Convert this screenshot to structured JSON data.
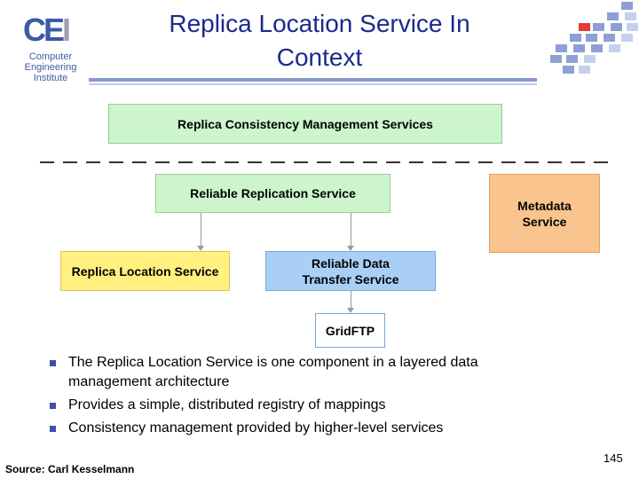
{
  "logo": {
    "mark_main": "CE",
    "mark_accent": "I",
    "lines": [
      "Computer",
      "Engineering",
      "Institute"
    ]
  },
  "slide": {
    "title_line1": "Replica Location Service In",
    "title_line2": "Context"
  },
  "diagram": {
    "boxes": {
      "consistency": "Replica Consistency Management Services",
      "rrs": "Reliable Replication Service",
      "metadata_line1": "Metadata",
      "metadata_line2": "Service",
      "rls": "Replica Location Service",
      "rdts_line1": "Reliable Data",
      "rdts_line2": "Transfer Service",
      "gridftp": "GridFTP"
    },
    "colors": {
      "green": "#ccf5cc",
      "orange": "#f9c48e",
      "yellow": "#fff080",
      "blue": "#a9cff6",
      "accent": "#1a2a8c"
    }
  },
  "bullets": [
    {
      "line1": "The Replica Location Service is one component in a layered data",
      "line2": "management architecture"
    },
    {
      "line1": "Provides a simple, distributed registry of mappings",
      "line2": ""
    },
    {
      "line1": "Consistency management provided by higher-level services",
      "line2": ""
    }
  ],
  "footer": {
    "source": "Source: Carl Kesselmann",
    "page_number": "145"
  }
}
